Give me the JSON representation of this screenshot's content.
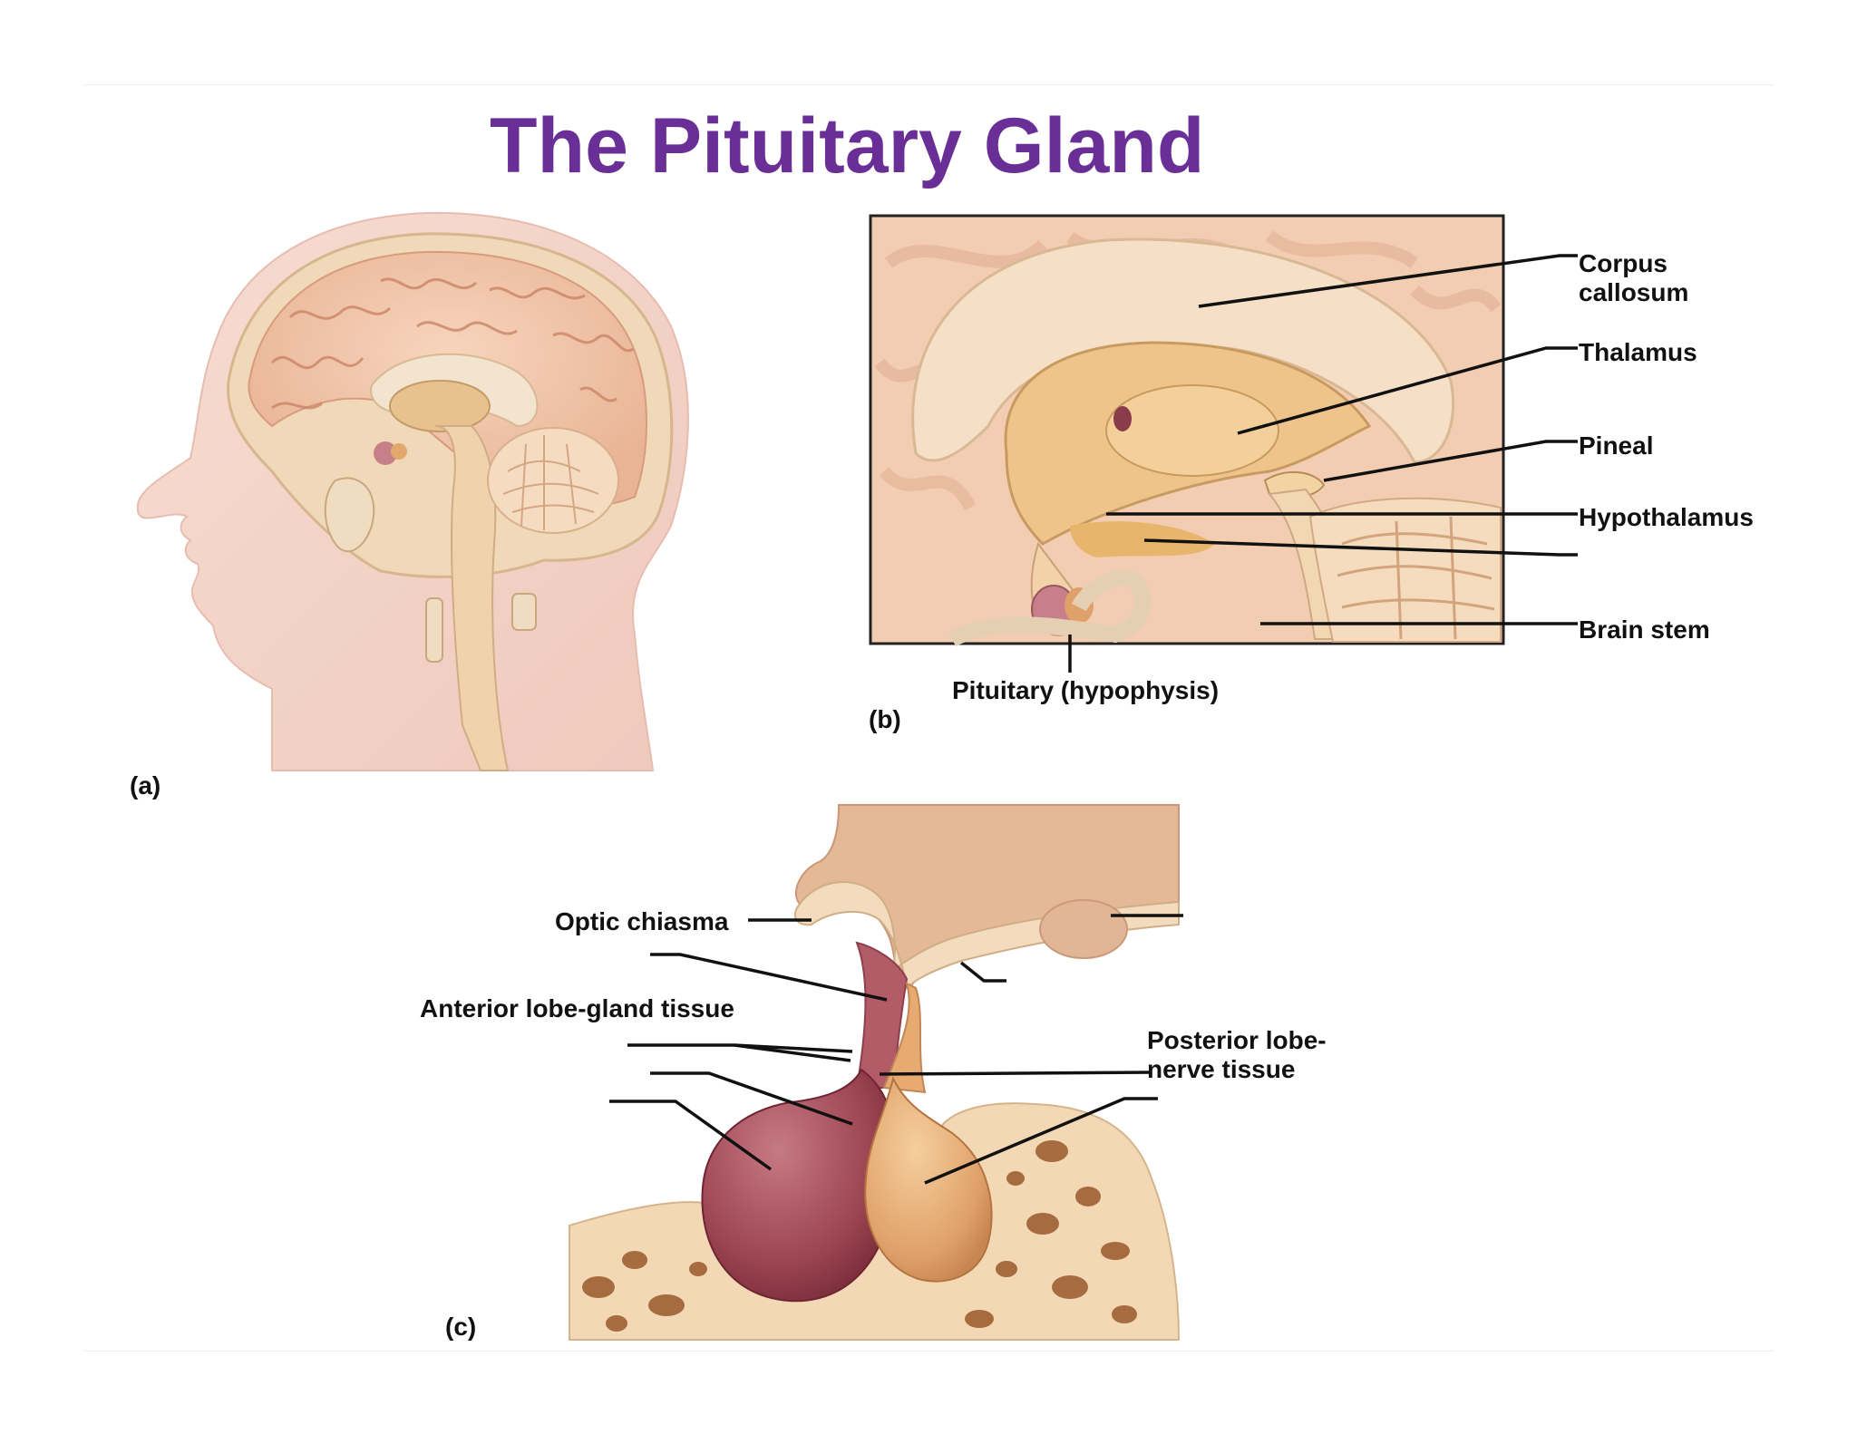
{
  "title": "The Pituitary Gland",
  "panels": {
    "a": "(a)",
    "b": "(b)",
    "c": "(c)"
  },
  "labels_b": {
    "corpus_callosum_1": "Corpus",
    "corpus_callosum_2": "callosum",
    "thalamus": "Thalamus",
    "pineal": "Pineal",
    "hypothalamus": "Hypothalamus",
    "brain_stem": "Brain stem",
    "pituitary": "Pituitary (hypophysis)"
  },
  "labels_c": {
    "optic_chiasma": "Optic chiasma",
    "anterior_lobe": "Anterior lobe-gland tissue",
    "posterior_lobe_1": "Posterior lobe-",
    "posterior_lobe_2": "nerve tissue"
  },
  "colors": {
    "title": "#6a2f96",
    "anterior_lobe": "#a8525e",
    "posterior_lobe": "#e3a56d",
    "bone": "#f0d6b2",
    "brain": "#f2c4a6"
  }
}
